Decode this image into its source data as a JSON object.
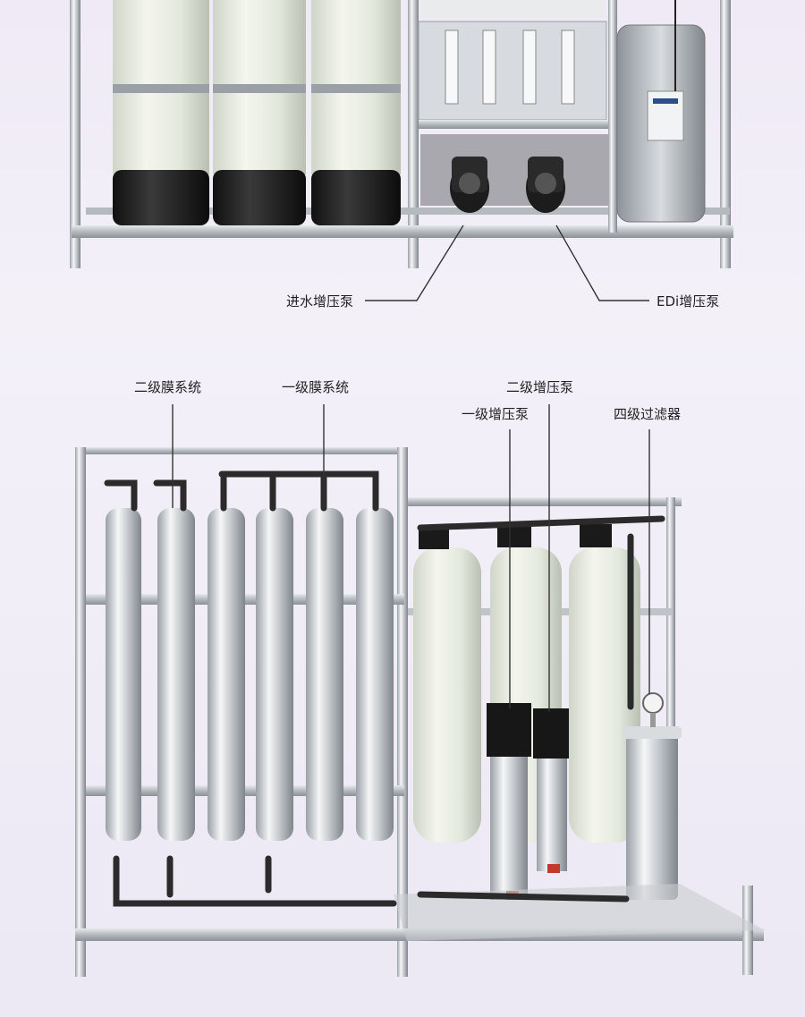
{
  "callouts": {
    "top_left": "进水增压泵",
    "top_right": "EDi增压泵",
    "secondary_membrane": "二级膜系统",
    "primary_membrane": "一级膜系统",
    "secondary_booster": "二级增压泵",
    "primary_booster": "一级增压泵",
    "four_stage_filter": "四级过滤器"
  }
}
